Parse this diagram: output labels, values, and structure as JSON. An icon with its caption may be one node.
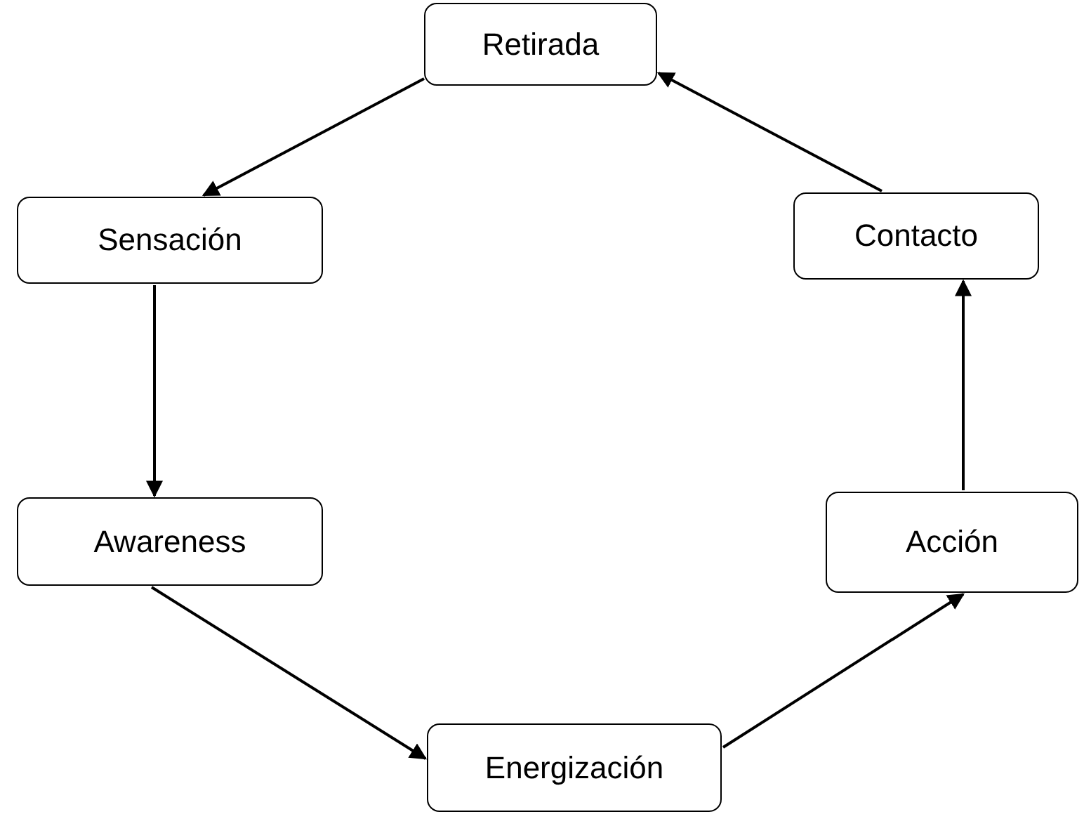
{
  "diagram": {
    "nodes": [
      {
        "text": [
          "Retirada"
        ]
      },
      {
        "text": [
          "Sensación"
        ]
      },
      {
        "text": [
          "Contacto"
        ]
      },
      {
        "text": [
          "Awareness"
        ]
      },
      {
        "text": [
          "Acción"
        ]
      },
      {
        "text": [
          "Energización"
        ]
      }
    ],
    "edges": [
      {
        "from": 0,
        "to": 1,
        "arrow": "to"
      },
      {
        "from": 1,
        "to": 3,
        "arrow": "to"
      },
      {
        "from": 3,
        "to": 5,
        "arrow": "to"
      },
      {
        "from": 5,
        "to": 4,
        "arrow": "to"
      },
      {
        "from": 4,
        "to": 2,
        "arrow": "to"
      },
      {
        "from": 2,
        "to": 0,
        "arrow": "to"
      }
    ]
  }
}
